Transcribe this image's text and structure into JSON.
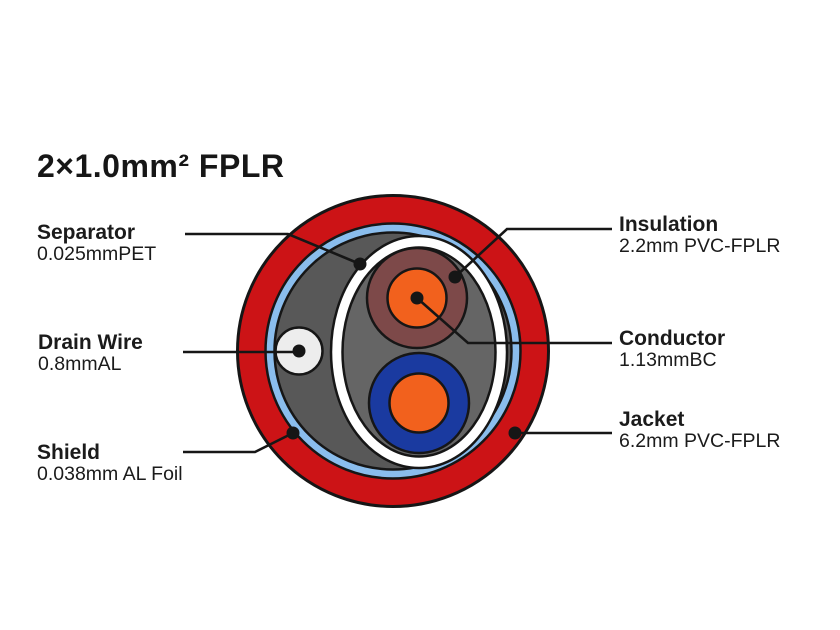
{
  "title": "2×1.0mm² FPLR",
  "diagram": {
    "labels": {
      "separator": {
        "name": "Separator",
        "value": "0.025mmPET"
      },
      "drain_wire": {
        "name": "Drain Wire",
        "value": "0.8mmAL"
      },
      "shield": {
        "name": "Shield",
        "value": "0.038mm AL Foil"
      },
      "insulation": {
        "name": "Insulation",
        "value": "2.2mm PVC-FPLR"
      },
      "conductor": {
        "name": "Conductor",
        "value": "1.13mmBC"
      },
      "jacket": {
        "name": "Jacket",
        "value": "6.2mm PVC-FPLR"
      }
    },
    "colors": {
      "jacket_red": "#cc1316",
      "shield_blue": "#8abded",
      "filler_gray": "#585858",
      "inner_filler_gray": "#656565",
      "separator_white": "#ffffff",
      "insulation_brown": "#7d4949",
      "insulation_blue": "#1a3aa0",
      "conductor_orange": "#f2611d",
      "drain_wire_white": "#ededed",
      "outline_black": "#161616"
    }
  }
}
